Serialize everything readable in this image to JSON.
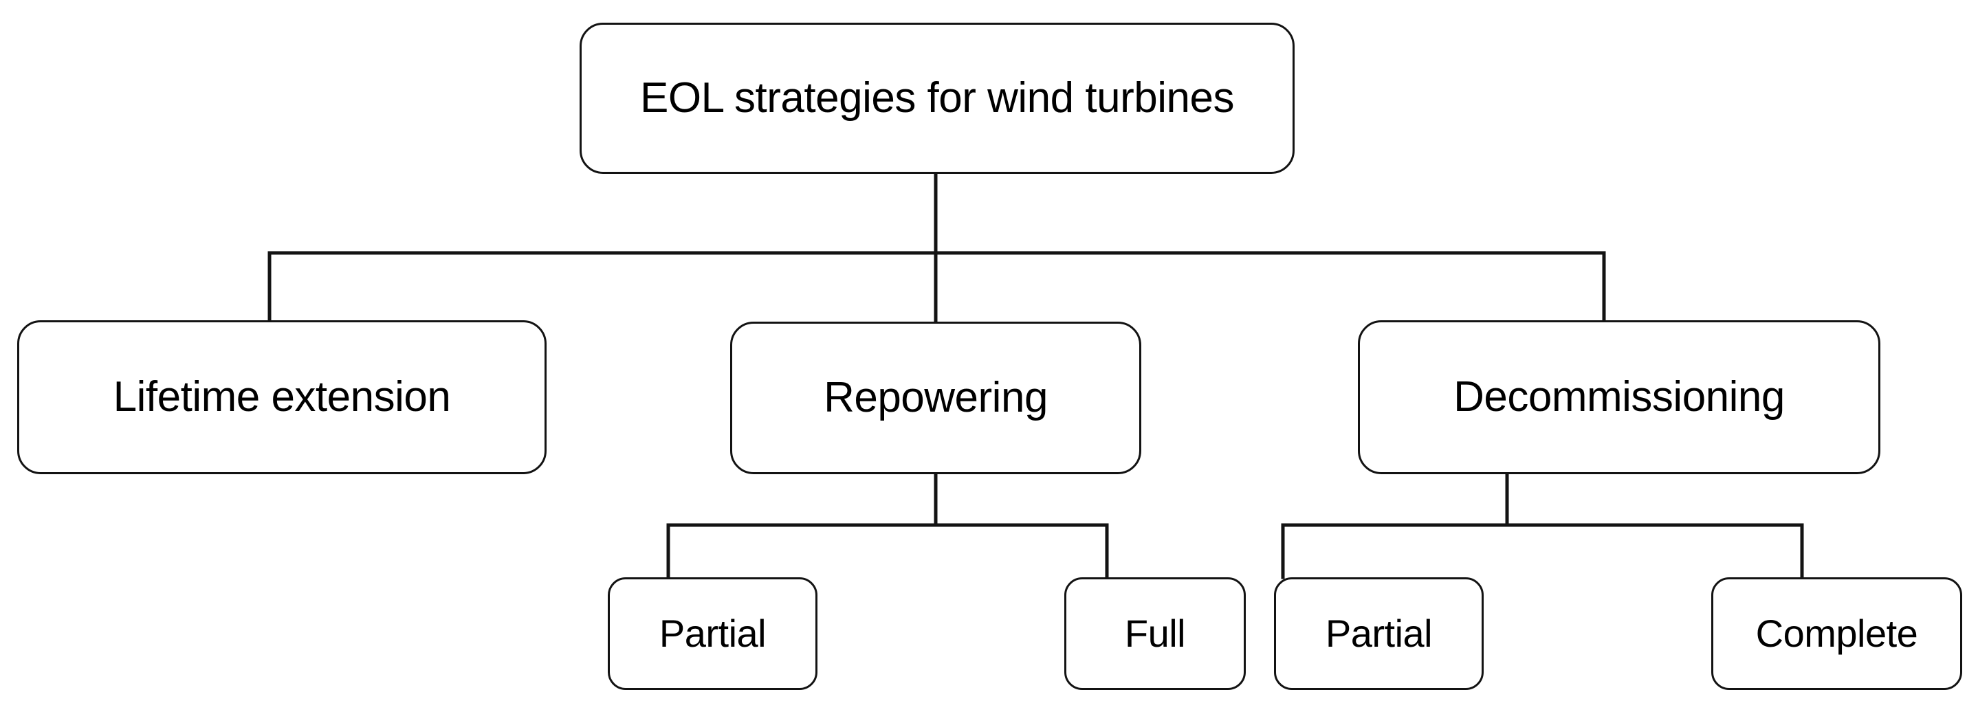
{
  "diagram": {
    "type": "tree-hierarchy",
    "title": "EOL strategies for wind turbines",
    "background_color": "#ffffff",
    "line_color": "#131313",
    "text_color": "#000000",
    "nodes": {
      "root": {
        "label": "EOL strategies for wind turbines"
      },
      "level2": [
        {
          "id": "lifetime-extension",
          "label": "Lifetime extension"
        },
        {
          "id": "repowering",
          "label": "Repowering"
        },
        {
          "id": "decommissioning",
          "label": "Decommissioning"
        }
      ],
      "level3": [
        {
          "id": "repowering-partial",
          "label": "Partial",
          "parent": "repowering"
        },
        {
          "id": "repowering-full",
          "label": "Full",
          "parent": "repowering"
        },
        {
          "id": "decommissioning-partial",
          "label": "Partial",
          "parent": "decommissioning"
        },
        {
          "id": "decommissioning-complete",
          "label": "Complete",
          "parent": "decommissioning"
        }
      ]
    }
  }
}
